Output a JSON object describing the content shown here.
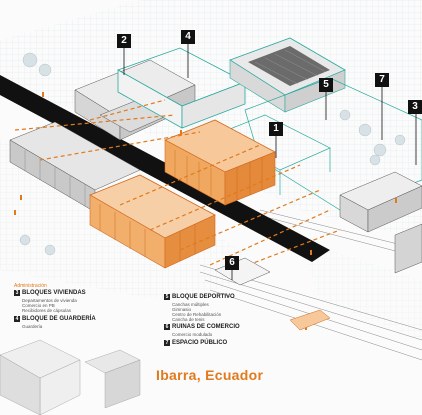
{
  "markers": [
    {
      "id": "m2",
      "label": "2"
    },
    {
      "id": "m4",
      "label": "4"
    },
    {
      "id": "m5",
      "label": "5"
    },
    {
      "id": "m7",
      "label": "7"
    },
    {
      "id": "m3",
      "label": "3"
    },
    {
      "id": "m1",
      "label": "1"
    },
    {
      "id": "m6",
      "label": "6"
    }
  ],
  "legend": {
    "heading": "Administración",
    "items": [
      {
        "num": "3",
        "title": "BLOQUES VIVIENDAS",
        "subs": [
          "Departamentos de vivienda",
          "Comercio en PB",
          "Recibidores de cápsulas"
        ]
      },
      {
        "num": "4",
        "title": "BLOQUE DE GUARDERÍA",
        "subs": [
          "Guardería"
        ]
      },
      {
        "num": "5",
        "title": "BLOQUE DEPORTIVO",
        "subs": [
          "Canchas múltiples",
          "Gimnasio",
          "Centro de Rehabilitación",
          "Cancha de tenis"
        ]
      },
      {
        "num": "6",
        "title": "RUINAS DE COMERCIO",
        "subs": [
          "Comercio modulado"
        ]
      },
      {
        "num": "7",
        "title": "ESPACIO PÚBLICO",
        "subs": []
      }
    ]
  },
  "place": "Ibarra, Ecuador",
  "colors": {
    "accent": "#e07a1c",
    "cyan": "#2aa9a0",
    "ink": "#111111"
  }
}
